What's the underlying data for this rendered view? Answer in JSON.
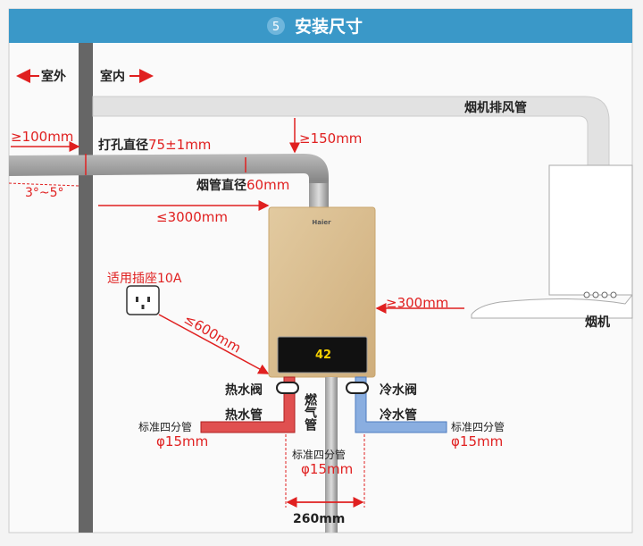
{
  "header": {
    "step_number": "5",
    "title": "安装尺寸"
  },
  "labels": {
    "outdoor": "室外",
    "indoor": "室内",
    "hood_exhaust_duct": "烟机排风管",
    "outdoor_protrusion": "≥100mm",
    "hole_diameter_label": "打孔直径",
    "hole_diameter_value": "75±1mm",
    "ceiling_clearance": "≥150mm",
    "flue_diameter_label": "烟管直径",
    "flue_diameter_value": "60mm",
    "slope": "3°~5°",
    "flue_length": "≤3000mm",
    "socket_label": "适用插座10A",
    "socket_distance": "≤600mm",
    "hood_distance": "≥300mm",
    "range_hood": "烟机",
    "hot_valve": "热水阀",
    "hot_pipe": "热水管",
    "gas_pipe": "燃气管",
    "cold_valve": "冷水阀",
    "cold_pipe": "冷水管",
    "hot_pipe_spec": "标准四分管",
    "hot_pipe_size": "φ15mm",
    "cold_pipe_spec": "标准四分管",
    "cold_pipe_size": "φ15mm",
    "gas_pipe_spec": "标准四分管",
    "gas_pipe_size": "φ15mm",
    "pipe_spacing": "260mm"
  },
  "heater": {
    "brand": "Haier",
    "display_temp": "42"
  },
  "colors": {
    "header": "#3a98c8",
    "accent": "#e02020",
    "hot": "#e05050",
    "cold": "#8aaee0"
  }
}
